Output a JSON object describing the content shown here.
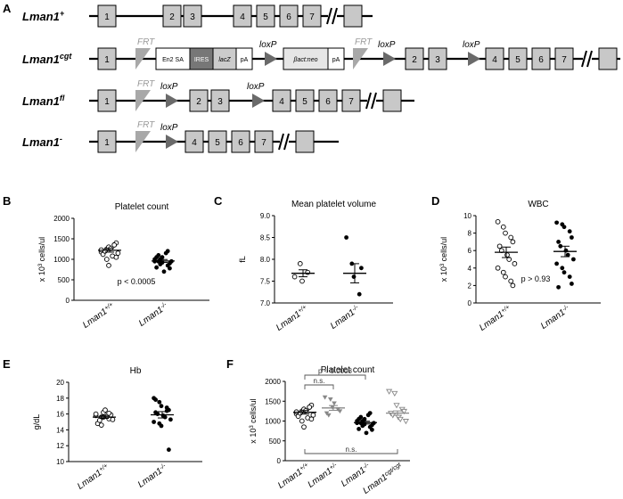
{
  "panel_labels": {
    "A": "A",
    "B": "B",
    "C": "C",
    "D": "D",
    "E": "E",
    "F": "F"
  },
  "alleles": {
    "wt": {
      "name": "Lman1",
      "sup": "+"
    },
    "cgt": {
      "name": "Lman1",
      "sup": "cgt"
    },
    "fl": {
      "name": "Lman1",
      "sup": "fl"
    },
    "null": {
      "name": "Lman1",
      "sup": "-"
    }
  },
  "exons": [
    "1",
    "2",
    "3",
    "4",
    "5",
    "6",
    "7"
  ],
  "elements": {
    "frt": "FRT",
    "loxp": "loxP",
    "en2sa": "En2 SA",
    "ires": "IRES",
    "lacz": "lacZ",
    "pa": "pA",
    "bact": "βact:neo"
  },
  "colors": {
    "exon": "#c8c8c8",
    "frt": "#a8a8a8",
    "loxp": "#6a6a6a",
    "ires": "#777777",
    "lacz": "#cccccc",
    "bact": "#e6e6e6",
    "neutral_point": "#888888"
  },
  "genotypes": {
    "wt": {
      "base": "Lman1",
      "sup": "+/+"
    },
    "ko": {
      "base": "Lman1",
      "sup": "-/-"
    },
    "het": {
      "base": "Lman1",
      "sup": "+/-"
    },
    "cgt": {
      "base": "Lman1",
      "sup": "cgt/cgt"
    }
  },
  "chart_data": [
    {
      "panel": "B",
      "type": "scatter",
      "title": "Platelet count",
      "ylabel": "x 10^3 cells/ul",
      "ylabel_base": "x 10",
      "ylabel_exp": "3",
      "ylabel_tail": " cells/ul",
      "ylim": [
        0,
        2000
      ],
      "yticks": [
        0,
        500,
        1000,
        1500,
        2000
      ],
      "categories": [
        "Lman1+/+",
        "Lman1-/-"
      ],
      "series": [
        {
          "values": [
            1180,
            1250,
            1300,
            1350,
            1400,
            1120,
            1200,
            1260,
            1080,
            1150,
            1230,
            1000,
            850,
            1350,
            1050
          ],
          "mean": 1220,
          "sem": 45
        },
        {
          "values": [
            950,
            1000,
            1050,
            850,
            900,
            800,
            1100,
            700,
            1150,
            950,
            1000,
            880,
            920,
            1200,
            780,
            1050,
            950
          ],
          "mean": 960,
          "sem": 35
        }
      ],
      "annotation": "p < 0.0005"
    },
    {
      "panel": "C",
      "type": "scatter",
      "title": "Mean platelet volume",
      "ylabel": "fL",
      "ylim": [
        7.0,
        9.0
      ],
      "yticks": [
        7.0,
        7.5,
        8.0,
        8.5,
        9.0
      ],
      "categories": [
        "Lman1+/+",
        "Lman1-/-"
      ],
      "series": [
        {
          "values": [
            7.6,
            7.9,
            7.5,
            7.7
          ],
          "mean": 7.68,
          "sem": 0.08
        },
        {
          "values": [
            8.5,
            7.9,
            7.6,
            7.2,
            7.8
          ],
          "mean": 7.68,
          "sem": 0.22
        }
      ]
    },
    {
      "panel": "D",
      "type": "scatter",
      "title": "WBC",
      "ylabel": "x 10^3 cells/ul",
      "ylabel_base": "x 10",
      "ylabel_exp": "3",
      "ylabel_tail": " cells/ul",
      "ylim": [
        0,
        10
      ],
      "yticks": [
        0,
        2,
        4,
        6,
        8,
        10
      ],
      "categories": [
        "Lman1+/+",
        "Lman1-/-"
      ],
      "series": [
        {
          "values": [
            9.3,
            8.7,
            8,
            7.5,
            7,
            6.5,
            6,
            5.5,
            5,
            4.5,
            4,
            3.5,
            3,
            2.5,
            2
          ],
          "mean": 5.8,
          "sem": 0.6
        },
        {
          "values": [
            9.2,
            9,
            8.7,
            8.2,
            7.5,
            7,
            6.5,
            6,
            5.5,
            5,
            4.5,
            4,
            3.5,
            3,
            2.2,
            1.8
          ],
          "mean": 5.9,
          "sem": 0.6
        }
      ],
      "annotation": "p > 0.93"
    },
    {
      "panel": "E",
      "type": "scatter",
      "title": "Hb",
      "ylabel": "g/dL",
      "ylim": [
        10,
        20
      ],
      "yticks": [
        10,
        12,
        14,
        16,
        18,
        20
      ],
      "categories": [
        "Lman1+/+",
        "Lman1-/-"
      ],
      "series": [
        {
          "values": [
            15.8,
            15.6,
            16.2,
            15.4,
            15.9,
            14.8,
            15.2,
            16.5,
            15.7,
            15.3,
            16.0,
            14.6,
            15.6,
            16.1
          ],
          "mean": 15.6,
          "sem": 0.15
        },
        {
          "values": [
            18,
            17.5,
            17,
            16.8,
            16.5,
            16.2,
            16,
            15.8,
            15.6,
            15.3,
            15,
            14.8,
            14.5,
            16.4,
            11.5,
            17.8
          ],
          "mean": 15.9,
          "sem": 0.4
        }
      ]
    },
    {
      "panel": "F",
      "type": "scatter",
      "title": "Platelet count",
      "ylabel": "x 10^3 cells/ul",
      "ylabel_base": "x 10",
      "ylabel_exp": "3",
      "ylabel_tail": " cells/ul",
      "ylim": [
        0,
        2000
      ],
      "yticks": [
        0,
        500,
        1000,
        1500,
        2000
      ],
      "categories": [
        "Lman1+/+",
        "Lman1+/-",
        "Lman1-/-",
        "Lman1cgt/cgt"
      ],
      "series": [
        {
          "values": [
            1180,
            1250,
            1300,
            1350,
            1400,
            1120,
            1200,
            1260,
            1080,
            1150,
            1230,
            1000,
            850,
            1350,
            1050
          ],
          "mean": 1220,
          "sem": 45
        },
        {
          "values": [
            1600,
            1550,
            1350,
            1300,
            1250,
            1200,
            1150,
            1450
          ],
          "mean": 1330,
          "sem": 60
        },
        {
          "values": [
            950,
            1000,
            1050,
            850,
            900,
            800,
            1100,
            700,
            1150,
            950,
            1000,
            880,
            920,
            1200,
            780,
            1050,
            950
          ],
          "mean": 960,
          "sem": 35
        },
        {
          "values": [
            1750,
            1700,
            1400,
            1300,
            1250,
            1200,
            1150,
            1100,
            1050,
            1000
          ],
          "mean": 1200,
          "sem": 55
        }
      ],
      "brackets": [
        {
          "from": 0,
          "to": 1,
          "label": "n.s.",
          "pos": "top"
        },
        {
          "from": 0,
          "to": 2,
          "label": "p < 0.0008",
          "pos": "top"
        },
        {
          "from": 0,
          "to": 3,
          "label": "n.s.",
          "pos": "bottom"
        }
      ]
    }
  ]
}
